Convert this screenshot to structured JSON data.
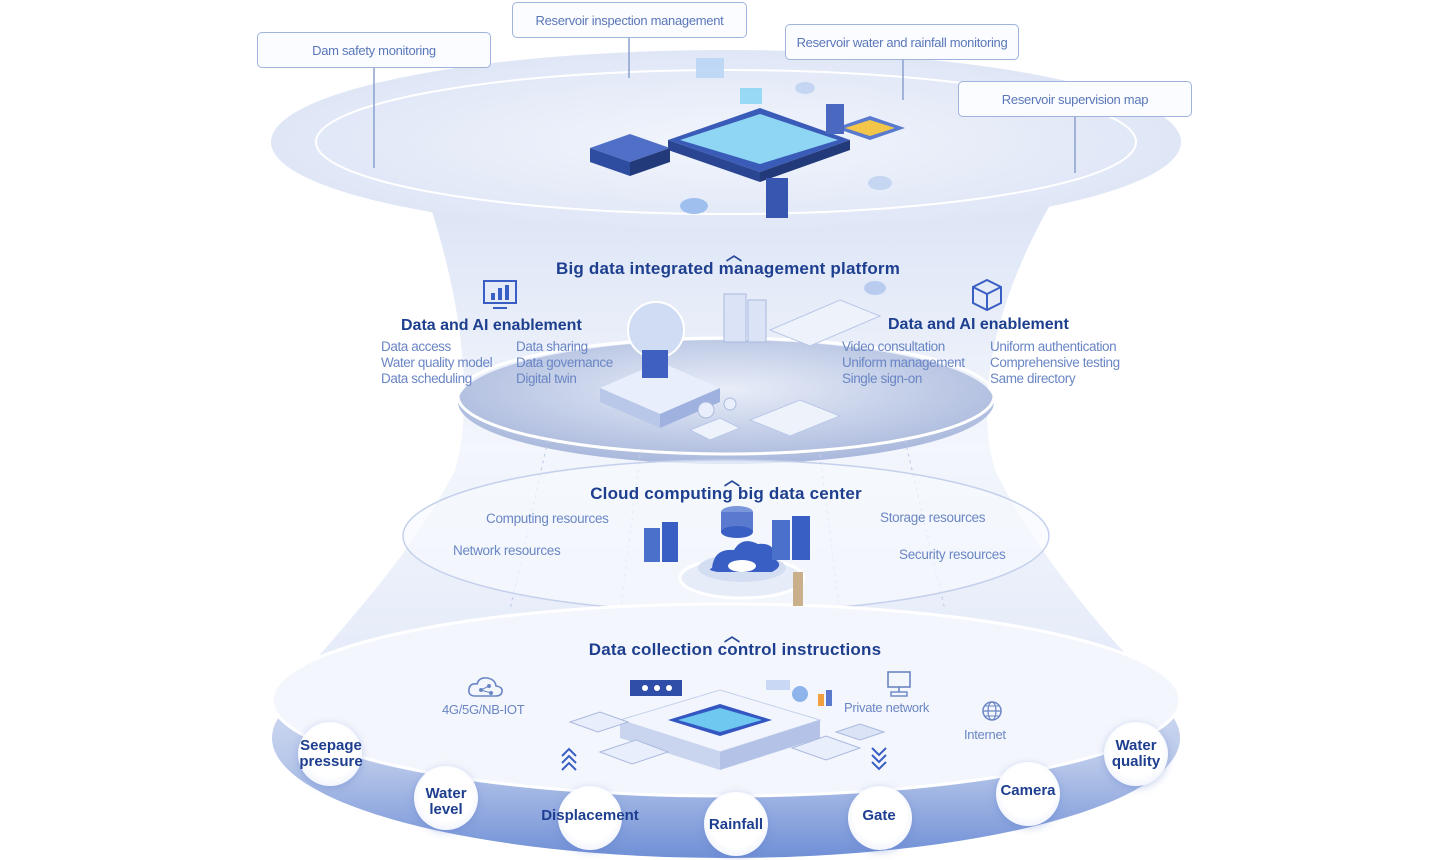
{
  "top_labels": {
    "dam_safety": "Dam safety monitoring",
    "reservoir_inspection": "Reservoir inspection management",
    "water_rainfall": "Reservoir water and rainfall monitoring",
    "supervision_map": "Reservoir supervision map"
  },
  "platform": {
    "title": "Big data integrated management platform",
    "left": {
      "title": "Data and AI enablement",
      "col1": [
        "Data access",
        "Water quality model",
        "Data scheduling"
      ],
      "col2": [
        "Data sharing",
        "Data governance",
        "Digital twin"
      ]
    },
    "right": {
      "title": "Data and AI enablement",
      "col1": [
        "Video consultation",
        "Uniform management",
        "Single sign-on"
      ],
      "col2": [
        "Uniform authentication",
        "Comprehensive testing",
        "Same directory"
      ]
    }
  },
  "cloud": {
    "title": "Cloud computing big data center",
    "computing": "Computing resources",
    "network": "Network resources",
    "storage": "Storage resources",
    "security": "Security resources"
  },
  "collection": {
    "title": "Data collection control instructions",
    "net_4g": "4G/5G/NB-IOT",
    "private": "Private network",
    "internet": "Internet",
    "sensors": {
      "seepage": "Seepage\npressure",
      "water_level": "Water\nlevel",
      "displacement": "Displacement",
      "rainfall": "Rainfall",
      "gate": "Gate",
      "camera": "Camera",
      "water_quality": "Water\nquality"
    }
  },
  "colors": {
    "accent": "#1e3f8f",
    "light_text": "#6a86c4",
    "disc_light": "#e6ecf8",
    "disc_dark": "#b4c2e2"
  },
  "icons": [
    "chart-icon",
    "cube-icon",
    "network-icon",
    "monitor-icon",
    "globe-icon",
    "cloud-icon",
    "server-icon",
    "chevron-up-icon",
    "chevron-down-icon"
  ]
}
